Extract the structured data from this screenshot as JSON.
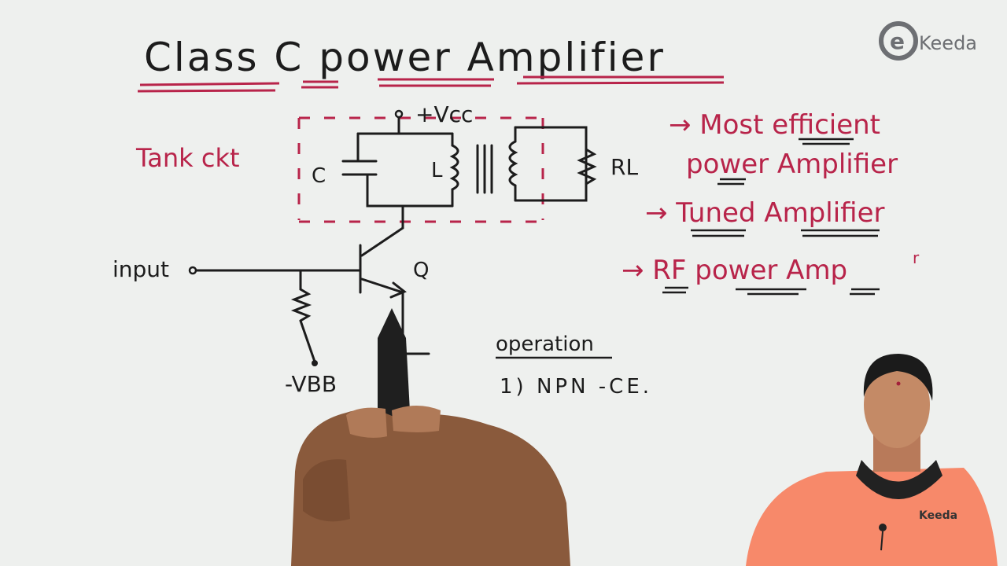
{
  "board": {
    "title": "Class C power Amplifier",
    "tank_label": "Tank ckt",
    "supply_label": "+Vcc",
    "capacitor_label": "C",
    "inductor_label": "L",
    "load_label": "RL",
    "input_label": "input",
    "transistor_label": "Q",
    "bias_label": "-VBB",
    "operation_heading": "operation",
    "operation_points": [
      "1) NPN -CE."
    ],
    "notes": [
      "→ Most efficient",
      "power Amplifier",
      "→ Tuned Amplifier",
      "→ RF power Amp"
    ],
    "note_superscript": "r"
  },
  "logo": {
    "text": "Keeda",
    "letter": "e"
  },
  "colors": {
    "board": "#eef0ee",
    "marker_red": "#b8244a",
    "marker_black": "#1c1c1c",
    "shirt": "#f7896a"
  },
  "icons": {
    "logo": "ekeeda-logo-icon",
    "hand": "hand-with-marker-icon",
    "presenter": "presenter-person-icon"
  }
}
